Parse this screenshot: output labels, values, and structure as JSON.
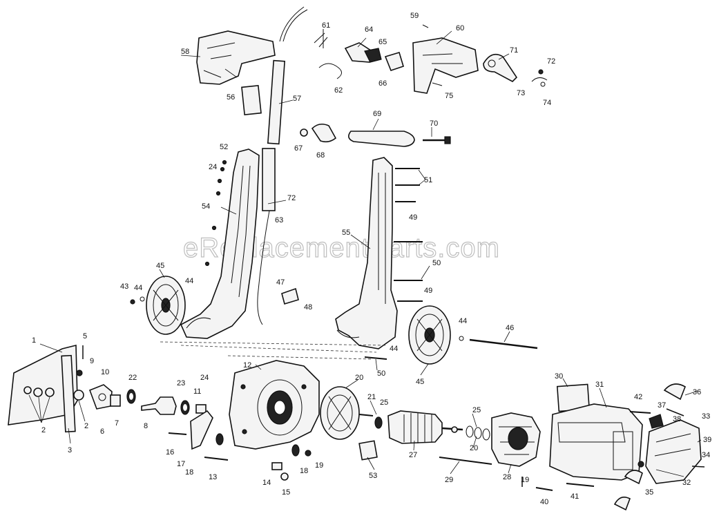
{
  "watermark": "eReplacementParts.com",
  "callouts": [
    "1",
    "2",
    "3",
    "5",
    "6",
    "7",
    "8",
    "9",
    "10",
    "11",
    "12",
    "13",
    "14",
    "15",
    "16",
    "17",
    "18",
    "19",
    "20",
    "21",
    "22",
    "23",
    "24",
    "25",
    "27",
    "28",
    "29",
    "30",
    "31",
    "32",
    "33",
    "34",
    "35",
    "36",
    "37",
    "38",
    "39",
    "40",
    "41",
    "42",
    "43",
    "44",
    "45",
    "46",
    "47",
    "48",
    "49",
    "50",
    "51",
    "52",
    "53",
    "54",
    "55",
    "56",
    "57",
    "58",
    "59",
    "60",
    "61",
    "62",
    "63",
    "64",
    "65",
    "66",
    "67",
    "68",
    "69",
    "70",
    "71",
    "72",
    "73",
    "74",
    "75"
  ]
}
